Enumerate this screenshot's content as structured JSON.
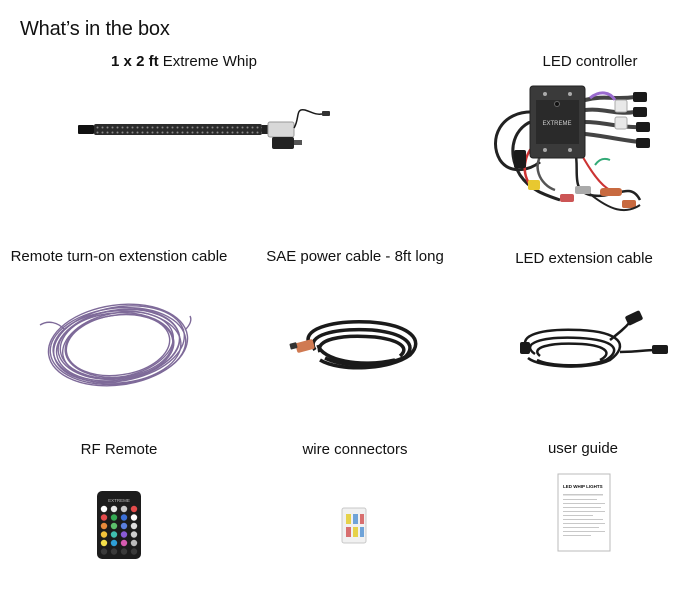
{
  "page": {
    "title": "What’s in the box"
  },
  "items": [
    {
      "qty": "1 x 2 ft",
      "label": "Extreme Whip"
    },
    {
      "label": "LED controller"
    },
    {
      "label": "Remote turn-on extenstion cable"
    },
    {
      "label": "SAE power cable - 8ft long"
    },
    {
      "label": "LED extension cable"
    },
    {
      "label": "RF Remote"
    },
    {
      "label": "wire connectors"
    },
    {
      "label": "user guide"
    }
  ],
  "controller": {
    "brand": "EXTREME"
  },
  "remote": {
    "brand": "EXTREME"
  },
  "guide": {
    "heading": "LED WHIP LIGHTS"
  },
  "colors": {
    "whip": "#2a2a2a",
    "purple_cable": "#7e6a99",
    "black_cable": "#1a1a1a",
    "sae_plug": "#d07a52",
    "controller_plate": "#3a3a3a"
  }
}
